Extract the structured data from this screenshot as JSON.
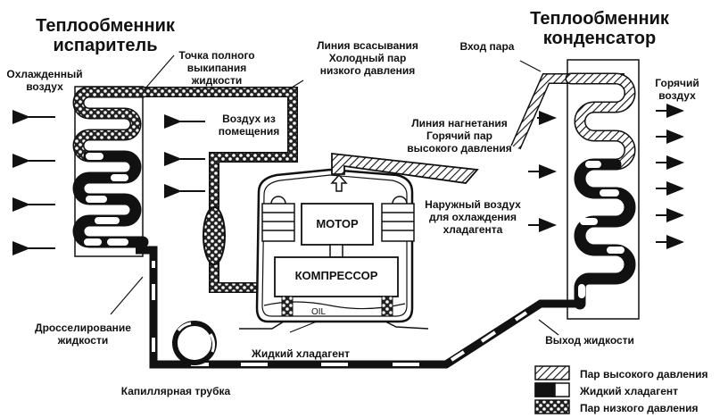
{
  "titles": {
    "evaporator": [
      "Теплообменник",
      "испаритель"
    ],
    "condenser": [
      "Теплообменник",
      "конденсатор"
    ]
  },
  "labels": {
    "cooled_air": [
      "Охлажденный",
      "воздух"
    ],
    "full_boil_point": [
      "Точка полного",
      "выкипания",
      "жидкости"
    ],
    "suction_line": [
      "Линия всасывания",
      "Холодный пар",
      "низкого давления"
    ],
    "vapor_inlet": "Вход пара",
    "hot_air": [
      "Горячий",
      "воздух"
    ],
    "room_air": [
      "Воздух из",
      "помещения"
    ],
    "discharge_line": [
      "Линия нагнетания",
      "Горячий пар",
      "высокого давления"
    ],
    "outside_air": [
      "Наружный воздух",
      "для охлаждения",
      "хладагента"
    ],
    "throttling": [
      "Дросселирование",
      "жидкости"
    ],
    "liquid_refrigerant": "Жидкий хладагент",
    "capillary_tube": "Капиллярная трубка",
    "liquid_outlet": "Выход жидкости",
    "motor": "МОТОР",
    "compressor": "КОМПРЕССОР",
    "oil": "OIL"
  },
  "legend": [
    {
      "pattern": "hatched",
      "label": "Пар высокого давления"
    },
    {
      "pattern": "black-white",
      "label": "Жидкий хладагент"
    },
    {
      "pattern": "crosshatch",
      "label": "Пар низкого давления"
    }
  ],
  "icons": {
    "air_arrows_left": "arrow-left-icon",
    "air_arrows_right": "arrow-right-icon",
    "flow_arrow_up": "arrow-up-icon"
  }
}
